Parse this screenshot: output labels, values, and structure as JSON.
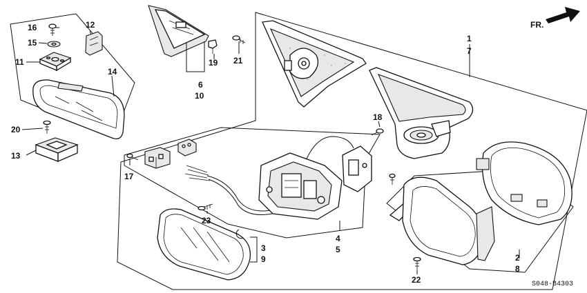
{
  "diagram": {
    "fr_label": "FR.",
    "code": "S048-B4303",
    "callouts": {
      "c1": "1",
      "c7": "7",
      "c2": "2",
      "c8": "8",
      "c3": "3",
      "c9": "9",
      "c4": "4",
      "c5": "5",
      "c6": "6",
      "c10": "10",
      "c11": "11",
      "c12": "12",
      "c13": "13",
      "c14": "14",
      "c15": "15",
      "c16": "16",
      "c17": "17",
      "c18": "18",
      "c19": "19",
      "c20": "20",
      "c21": "21",
      "c22": "22",
      "c23": "23"
    }
  }
}
